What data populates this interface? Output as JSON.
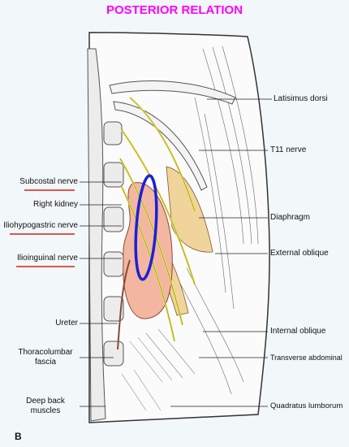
{
  "title": "POSTERIOR RELATION",
  "colors": {
    "title": "#ff00ff",
    "highlight_ellipse": "#1a22d6",
    "underline": "#d6201a",
    "kidney": "#f3b6a0",
    "muscle": "#f1d49b",
    "nerve": "#e9e05a",
    "paper": "#f2f7fa"
  },
  "labels_right": [
    "Latisimus dorsi",
    "T11 nerve",
    "Diaphragm",
    "External oblique",
    "Internal oblique",
    "Transverse abdominal",
    "Quadratus lumborum"
  ],
  "labels_left": [
    "Subcostal nerve",
    "Right kidney",
    "Iliohypogastric nerve",
    "Ilioinguinal nerve",
    "Ureter",
    "Thoracolumbar fascia",
    "Deep back muscles"
  ],
  "panel_letter": "B"
}
